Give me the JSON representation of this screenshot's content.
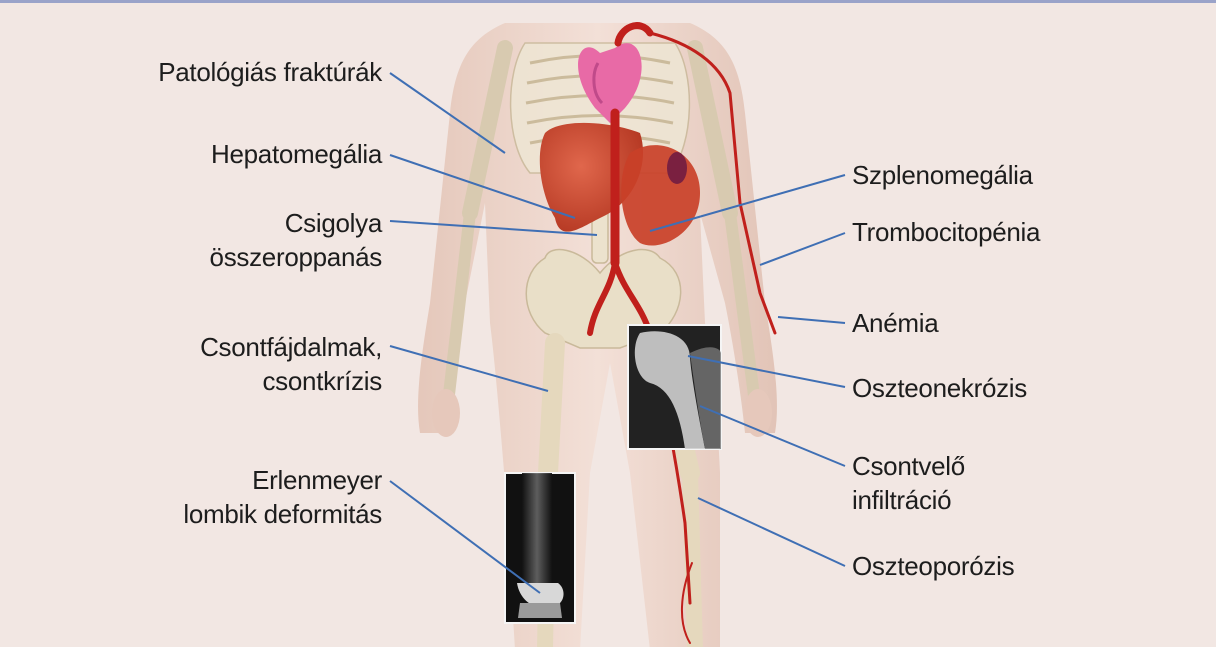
{
  "labels_left": [
    {
      "id": "pathologic-fractures",
      "lines": [
        "Patológiás fraktúrák"
      ]
    },
    {
      "id": "hepatomegaly",
      "lines": [
        "Hepatomegália"
      ]
    },
    {
      "id": "vertebral-collapse",
      "lines": [
        "Csigolya",
        "összeroppanás"
      ]
    },
    {
      "id": "bone-pain",
      "lines": [
        "Csontfájdalmak,",
        "csontkrízis"
      ]
    },
    {
      "id": "erlenmeyer",
      "lines": [
        "Erlenmeyer",
        "lombik deformitás"
      ]
    }
  ],
  "labels_right": [
    {
      "id": "splenomegaly",
      "lines": [
        "Szplenomegália"
      ]
    },
    {
      "id": "thrombocytopenia",
      "lines": [
        "Trombocitopénia"
      ]
    },
    {
      "id": "anemia",
      "lines": [
        "Anémia"
      ]
    },
    {
      "id": "osteonecrosis",
      "lines": [
        "Oszteonekrózis"
      ]
    },
    {
      "id": "marrow-infiltration",
      "lines": [
        "Csontvelő",
        "infiltráció"
      ]
    },
    {
      "id": "osteoporosis",
      "lines": [
        "Oszteoporózis"
      ]
    }
  ],
  "colors": {
    "background": "#f2e7e3",
    "leader_line": "#3f6fb4",
    "skin": "#e9cfc3",
    "bone": "#ede3cf",
    "heart": "#e86aa6",
    "liver": "#c9452e",
    "artery": "#c0201c"
  }
}
